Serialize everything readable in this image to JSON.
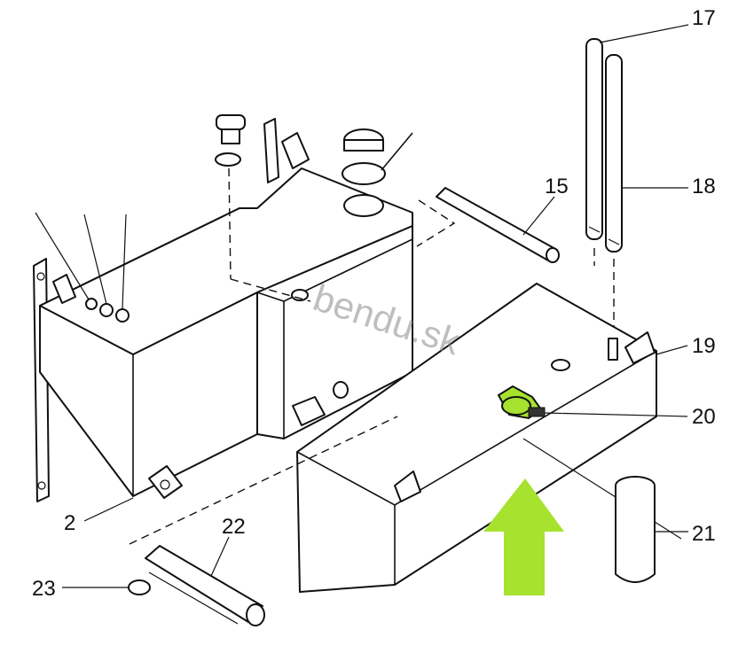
{
  "diagram": {
    "callouts": [
      {
        "id": "c2",
        "label": "2"
      },
      {
        "id": "c15",
        "label": "15"
      },
      {
        "id": "c17",
        "label": "17"
      },
      {
        "id": "c18",
        "label": "18"
      },
      {
        "id": "c19",
        "label": "19"
      },
      {
        "id": "c20",
        "label": "20"
      },
      {
        "id": "c21",
        "label": "21"
      },
      {
        "id": "c22",
        "label": "22"
      },
      {
        "id": "c23",
        "label": "23"
      }
    ],
    "watermark": "bendu.sk",
    "highlight_color": "#a6e22e",
    "line_color": "#111111"
  }
}
